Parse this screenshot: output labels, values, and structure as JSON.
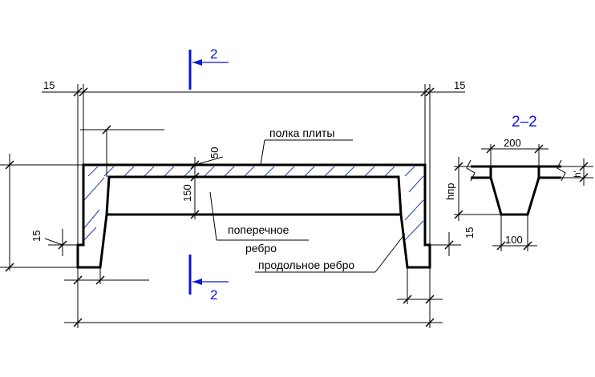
{
  "colors": {
    "line": "#000000",
    "section_mark": "#0a14d8",
    "hatch": "#1f3fb0",
    "background": "#ffffff"
  },
  "section_marks": {
    "top_label": "2",
    "bottom_label": "2"
  },
  "dimensions": {
    "top_left": "15",
    "top_right": "15",
    "shelf_thickness": "50",
    "rib_height": "150",
    "left_side": "15",
    "right_side": "15"
  },
  "labels": {
    "shelf": "полка плиты",
    "transverse_rib_line1": "поперечное",
    "transverse_rib_line2": "ребро",
    "longitudinal_rib": "продольное ребро"
  },
  "section": {
    "title": "2–2",
    "top_width": "200",
    "bottom_width": "100",
    "height_label": "hпр",
    "flange_label": "h'"
  }
}
